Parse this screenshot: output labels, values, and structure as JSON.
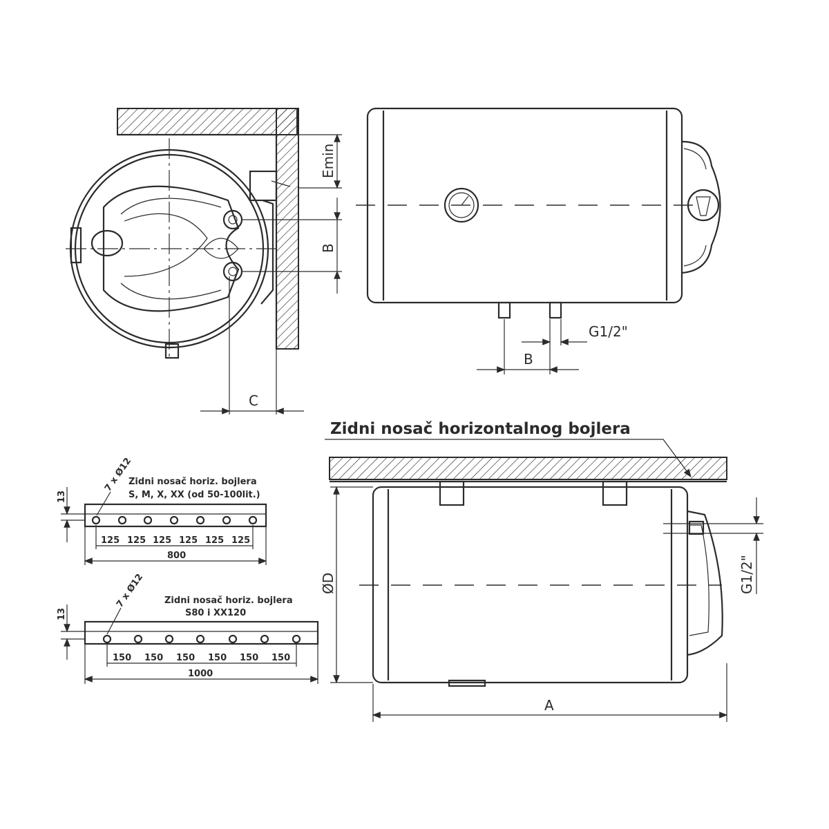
{
  "labels": {
    "emin": "Emin",
    "b_side": "B",
    "c": "C",
    "g_top": "G1/2\"",
    "b_bottom": "B",
    "title_bracket": "Zidni nosač horizontalnog bojlera",
    "od": "ØD",
    "a": "A",
    "g_right": "G1/2\""
  },
  "bracket1": {
    "holes": "7 x Ø12",
    "title_line1": "Zidni nosač horiz. bojlera",
    "title_line2": "S, M, X, XX (od 50-100lit.)",
    "height": "13",
    "spacing": [
      "125",
      "125",
      "125",
      "125",
      "125",
      "125"
    ],
    "total": "800"
  },
  "bracket2": {
    "holes": "7 x Ø12",
    "title_line1": "Zidni nosač horiz. bojlera",
    "title_line2": "S80 i XX120",
    "height": "13",
    "spacing": [
      "150",
      "150",
      "150",
      "150",
      "150",
      "150"
    ],
    "total": "1000"
  }
}
